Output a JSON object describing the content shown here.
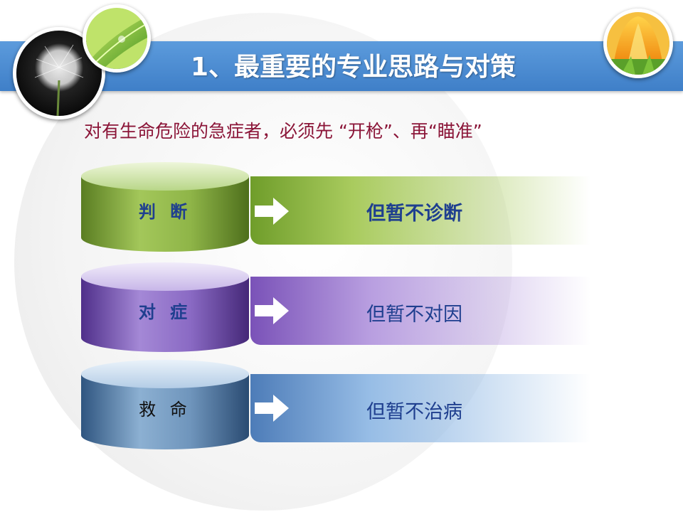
{
  "slide": {
    "title": "1、最重要的专业思路与对策",
    "subtitle": "对有生命危险的急症者，必须先 “开枪”、再“瞄准”"
  },
  "rows": [
    {
      "label": "判 断",
      "text": "但暂不诊断"
    },
    {
      "label": "对 症",
      "text": "但暂不对因"
    },
    {
      "label": "救 命",
      "text": "但暂不治病"
    }
  ],
  "colors": {
    "title_bar": "#4a8bd4",
    "subtitle": "#8b1538",
    "row1": "#7ea23c",
    "row2": "#7a52b8",
    "row3": "#4d7cb0",
    "label_text": "#1f3f8f"
  }
}
